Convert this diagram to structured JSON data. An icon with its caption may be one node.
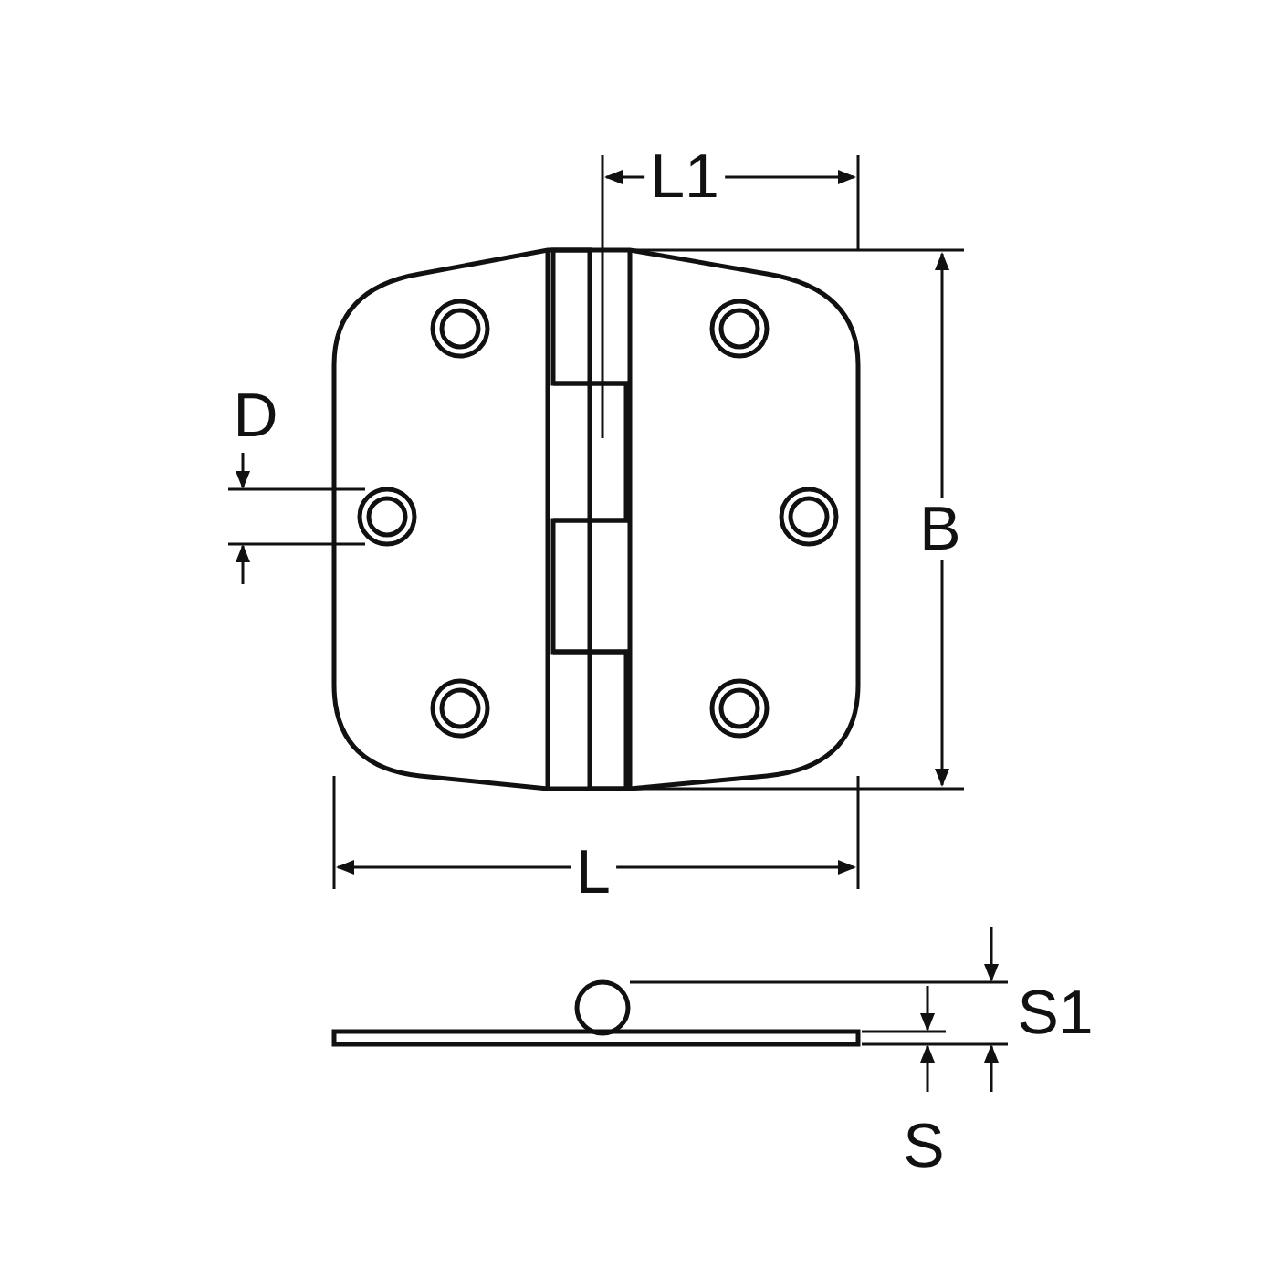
{
  "diagram": {
    "labels": [
      "L1",
      "D",
      "B",
      "L",
      "S1",
      "S"
    ]
  }
}
